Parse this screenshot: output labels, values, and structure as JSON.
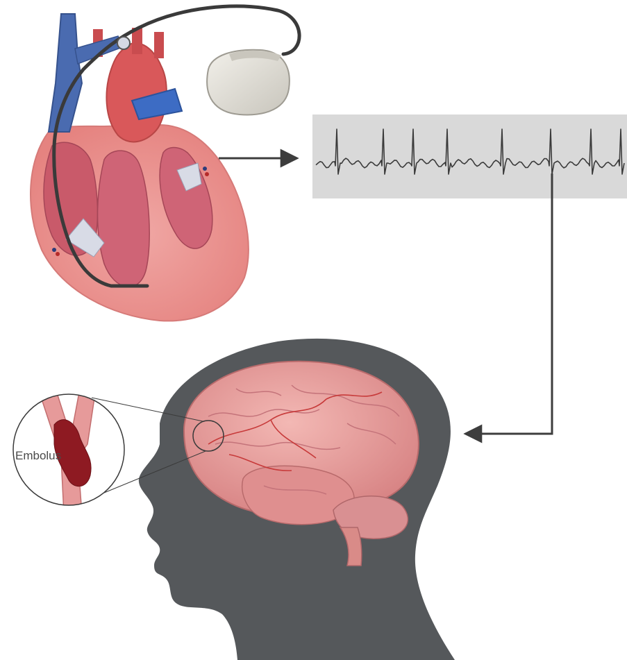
{
  "callout": {
    "label": "Embolus"
  },
  "colors": {
    "background": "#ffffff",
    "head_silhouette": "#55585b",
    "ecg_panel": "#d9d9d9",
    "ecg_trace": "#3a3a3a",
    "arrow": "#3d3d3d",
    "heart_tissue": "#e58a8a",
    "heart_chamber": "#c95a6a",
    "vein_blue": "#4a6bb0",
    "artery_red": "#d9585a",
    "pacemaker": "#dedbd2",
    "lead_wire": "#3a3a3a",
    "brain": "#e39a9a",
    "brain_vessel": "#c73a3a",
    "embolus": "#8e1a22"
  },
  "icons": {
    "heart": "heart-with-pacemaker-lead",
    "device": "pacemaker-generator",
    "ecg": "ecg-rhythm-strip",
    "head": "head-profile-silhouette",
    "brain": "brain-illustration",
    "vessel": "blood-vessel-callout"
  }
}
